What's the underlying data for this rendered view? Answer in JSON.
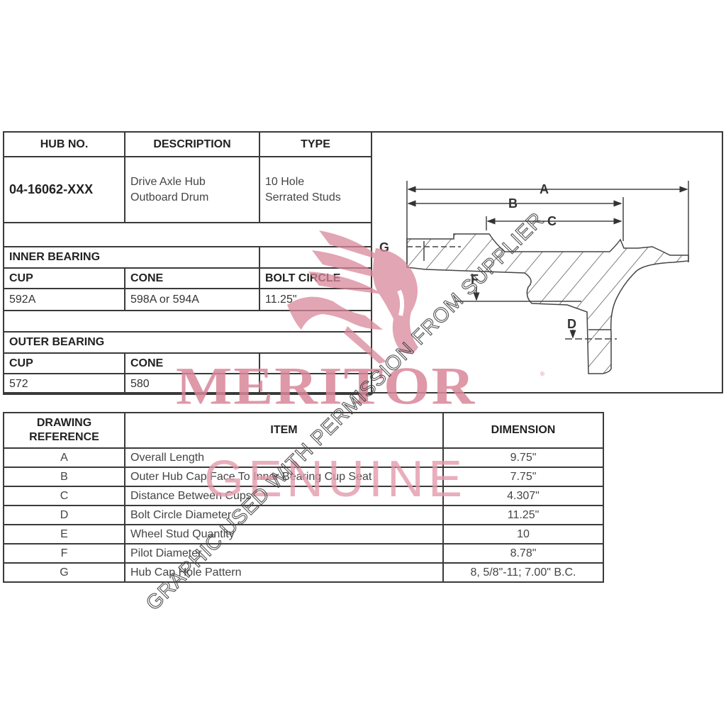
{
  "hub_table": {
    "headers": [
      "HUB NO.",
      "DESCRIPTION",
      "TYPE"
    ],
    "hub_no": "04-16062-XXX",
    "description": [
      "Drive Axle Hub",
      "Outboard Drum"
    ],
    "type": [
      "10 Hole",
      "Serrated Studs"
    ]
  },
  "inner_bearing": {
    "title": "INNER BEARING",
    "headers": [
      "CUP",
      "CONE",
      "BOLT CIRCLE"
    ],
    "values": [
      "592A",
      "598A or 594A",
      "11.25\""
    ]
  },
  "outer_bearing": {
    "title": "OUTER BEARING",
    "headers": [
      "CUP",
      "CONE",
      ""
    ],
    "values": [
      "572",
      "580",
      ""
    ]
  },
  "diagram": {
    "labels": [
      "A",
      "B",
      "C",
      "D",
      "F",
      "G"
    ],
    "line_color": "#444444"
  },
  "dimension_table": {
    "headers": [
      "DRAWING REFERENCE",
      "ITEM",
      "DIMENSION"
    ],
    "rows": [
      {
        "ref": "A",
        "item": "Overall Length",
        "dimension": "9.75\""
      },
      {
        "ref": "B",
        "item": "Outer Hub Cap Face To Inner Bearing Cup Seat",
        "dimension": "7.75\""
      },
      {
        "ref": "C",
        "item": "Distance Between Cups",
        "dimension": "4.307\""
      },
      {
        "ref": "D",
        "item": "Bolt Circle Diameter",
        "dimension": "11.25\""
      },
      {
        "ref": "E",
        "item": "Wheel Stud Quantity",
        "dimension": "10"
      },
      {
        "ref": "F",
        "item": "Pilot Diameter",
        "dimension": "8.78\""
      },
      {
        "ref": "G",
        "item": "Hub Cap Hole Pattern",
        "dimension": "8, 5/8\"-11; 7.00\" B.C."
      }
    ]
  },
  "watermark": {
    "brand": "MERITOR",
    "trademark": "®",
    "tagline": "GENUINE",
    "permission_text": "GRAPHIC USED WITH PERMISSION FROM SUPPLIER",
    "brand_color": "#d9879a"
  }
}
